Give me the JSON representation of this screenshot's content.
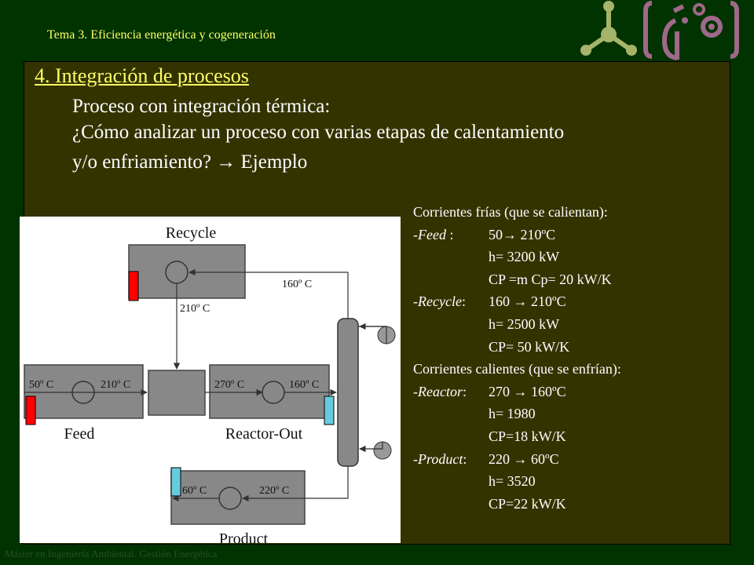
{
  "header": {
    "topic": "Tema 3. Eficiencia energética y cogeneración"
  },
  "section": {
    "title": "4. Integración de procesos"
  },
  "content": {
    "subtitle": "Proceso con integración térmica:",
    "question_line1": "¿Cómo analizar un proceso con varias etapas de calentamiento",
    "question_line2": "y/o enfriamiento? ",
    "question_arrow": "→",
    "question_end": " Ejemplo"
  },
  "diagram": {
    "recycle": "Recycle",
    "feed": "Feed",
    "reactor_out": "Reactor-Out",
    "product": "Product",
    "t_160_recycle": "160º C",
    "t_210_recycle": "210º C",
    "t_50_feed": "50º C",
    "t_210_feed": "210º C",
    "t_270_reactor": "270º C",
    "t_160_reactor": "160º C",
    "t_60_product": "60º C",
    "t_220_product": "220º C"
  },
  "streams": {
    "cold_header": "Corrientes frías (que se calientan):",
    "feed_name": "-Feed",
    "feed_colon": " :",
    "feed_temp": "50→ 210ºC",
    "feed_h": "h= 3200 kW",
    "feed_cp": "CP =m Cp= 20 kW/K",
    "recycle_name": "-Recycle",
    "recycle_colon": ":",
    "recycle_temp": "160 → 210ºC",
    "recycle_h": "h= 2500 kW",
    "recycle_cp": "CP= 50 kW/K",
    "hot_header": "Corrientes calientes (que se enfrían):",
    "reactor_name": "-Reactor",
    "reactor_colon": ":",
    "reactor_temp": "270 → 160ºC",
    "reactor_h": "h= 1980",
    "reactor_cp": "CP=18 kW/K",
    "product_name": "-Product",
    "product_colon": ":",
    "product_temp": "220 → 60ºC",
    "product_h": "h= 3520",
    "product_cp": "CP=22 kW/K"
  },
  "footer": {
    "text": "Máster en Ingeniería Ambiental. Gestión Energética"
  },
  "colors": {
    "background": "#003300",
    "panel": "#333300",
    "accent": "#ffff66",
    "hot": "#ff0000",
    "cold": "#66ccdd"
  },
  "icons": {
    "logo": "molecule-face-gears-icon"
  }
}
